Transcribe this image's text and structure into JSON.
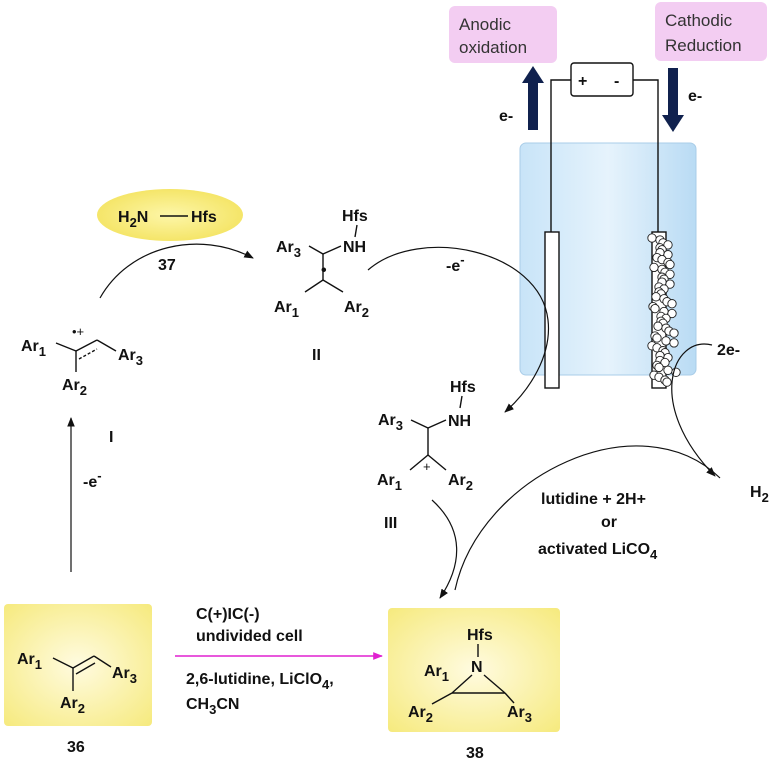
{
  "electrolysis": {
    "anodic_label_1": "Anodic",
    "anodic_label_2": "oxidation",
    "cathodic_label_1": "Cathodic",
    "cathodic_label_2": "Reduction",
    "electron_left": "e-",
    "electron_right": "e-",
    "plus": "+",
    "minus": "-",
    "two_electrons": "2e-",
    "hydrogen": "H",
    "hydrogen_sub": "2"
  },
  "compounds": {
    "reagent_37": {
      "h": "H",
      "h_sub": "2",
      "n": "N",
      "group": "Hfs",
      "label": "37"
    },
    "intermediate_I": {
      "ar1": "Ar",
      "ar1_sub": "1",
      "ar2": "Ar",
      "ar2_sub": "2",
      "ar3": "Ar",
      "ar3_sub": "3",
      "charge": "•+",
      "label": "I"
    },
    "intermediate_II": {
      "hfs": "Hfs",
      "nh": "NH",
      "ar1": "Ar",
      "ar1_sub": "1",
      "ar2": "Ar",
      "ar2_sub": "2",
      "ar3": "Ar",
      "ar3_sub": "3",
      "radical": "•",
      "label": "II"
    },
    "intermediate_III": {
      "hfs": "Hfs",
      "nh": "NH",
      "ar1": "Ar",
      "ar1_sub": "1",
      "ar2": "Ar",
      "ar2_sub": "2",
      "ar3": "Ar",
      "ar3_sub": "3",
      "charge": "+",
      "label": "III"
    },
    "substrate_36": {
      "ar1": "Ar",
      "ar1_sub": "1",
      "ar2": "Ar",
      "ar2_sub": "2",
      "ar3": "Ar",
      "ar3_sub": "3",
      "label": "36"
    },
    "product_38": {
      "hfs": "Hfs",
      "n": "N",
      "ar1": "Ar",
      "ar1_sub": "1",
      "ar2": "Ar",
      "ar2_sub": "2",
      "ar3": "Ar",
      "ar3_sub": "3",
      "label": "38"
    }
  },
  "steps": {
    "oxidation_left": "-e",
    "oxidation_left_sup": "-",
    "oxidation_right": "-e",
    "oxidation_right_sup": "-",
    "conditions_line1": "C(+)IC(-)",
    "conditions_line2": "undivided cell",
    "conditions_line3": "2,6-lutidine, LiClO",
    "conditions_line3_sub": "4",
    "conditions_line3_end": ",",
    "conditions_line4": "CH",
    "conditions_line4_sub": "3",
    "conditions_line4_end": "CN",
    "base_line1": "lutidine +  2H+",
    "base_line2": "or",
    "base_line3": "activated LiCO",
    "base_line3_sub": "4"
  },
  "colors": {
    "yellow_box": "#f8ef8a",
    "pink_box": "#f3cdf2",
    "cell_blue": "#bcdcf4",
    "electron_arrow": "#10214e",
    "magenta_arrow": "#e020d0"
  }
}
